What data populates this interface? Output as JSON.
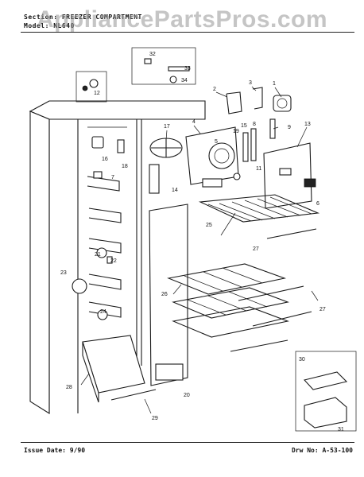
{
  "header": {
    "section": "Section: FREEZER COMPARTMENT",
    "model": "Model: NL640"
  },
  "watermark": "AppliancePartsPros.com",
  "footer": {
    "issue_date": "Issue Date: 9/90",
    "drawing_no": "Drw No: A-53-100"
  },
  "callouts": [
    "1",
    "2",
    "3",
    "4",
    "5",
    "6",
    "7",
    "8",
    "9",
    "11",
    "12",
    "13",
    "14",
    "15",
    "16",
    "17",
    "18",
    "19",
    "20",
    "21",
    "22",
    "23",
    "24",
    "25",
    "26",
    "27",
    "27",
    "28",
    "29",
    "30",
    "31",
    "32",
    "33",
    "34"
  ]
}
